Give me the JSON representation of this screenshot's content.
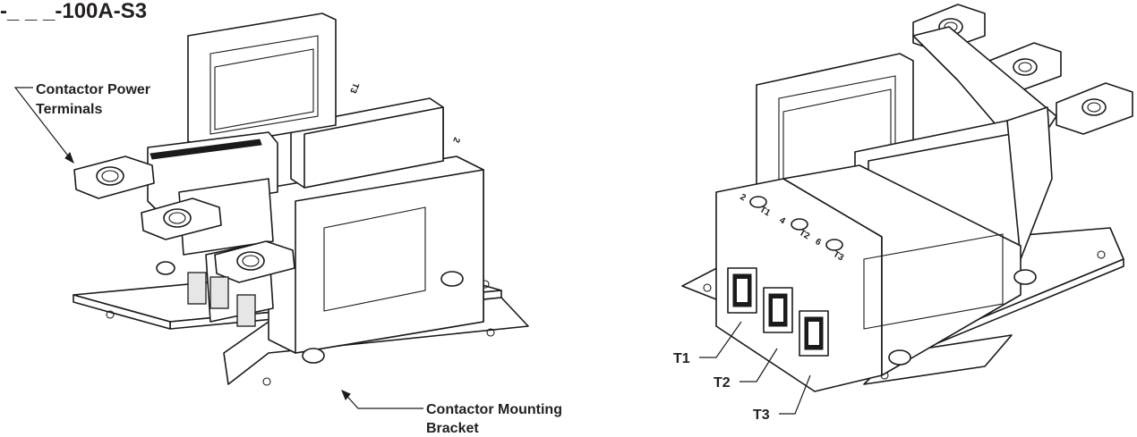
{
  "title": "-_ _ _-100A-S3",
  "labels": {
    "power_terminals_line1": "Contactor Power",
    "power_terminals_line2": "Terminals",
    "mounting_bracket_line1": "Contactor Mounting",
    "mounting_bracket_line2": "Bracket",
    "t1": "T1",
    "t2": "T2",
    "t3": "T3"
  },
  "terminal_marks": {
    "left_top": "T3",
    "left_side": "2",
    "right_1_num": "2",
    "right_1_t": "T1",
    "right_2_num": "4",
    "right_2_t": "T2",
    "right_3_num": "6",
    "right_3_t": "T3"
  }
}
